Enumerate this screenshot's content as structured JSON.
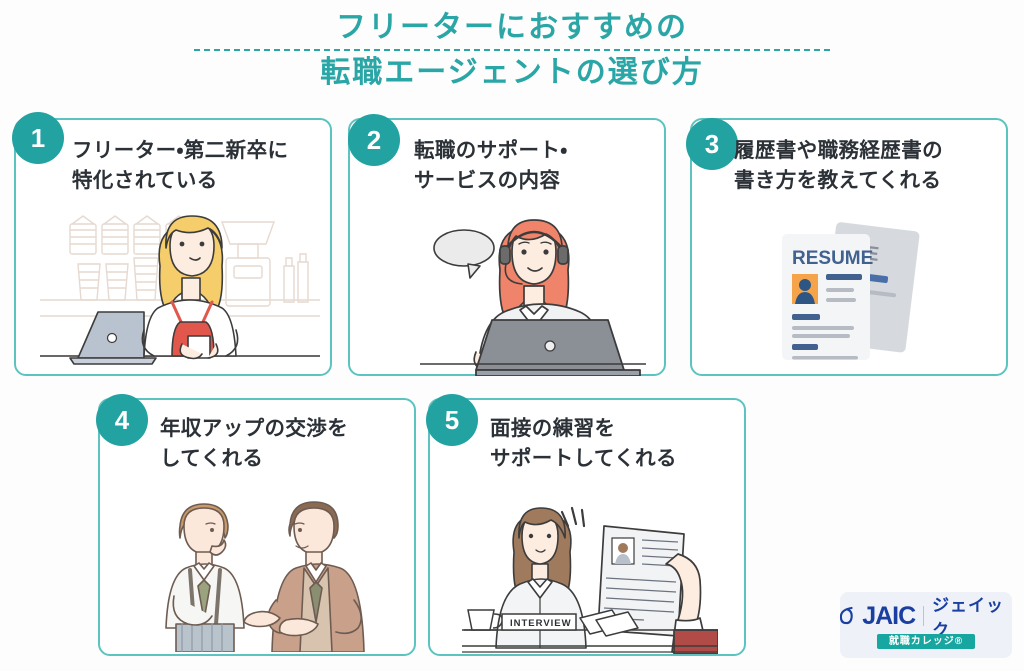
{
  "title": {
    "line1": "フリーターにおすすめの",
    "line2": "転職エージェントの選び方"
  },
  "colors": {
    "teal": "#23a2a2",
    "teal_border": "#5cc3c0",
    "title_text": "#2aa6a6",
    "card_text": "#2b3137",
    "logo_blue": "#1b3fa0",
    "logo_badge_bg": "#17a6a0",
    "background": "#fdfdfd"
  },
  "cards": [
    {
      "number": "1",
      "title": "フリーター・第二新卒に\n特化されている",
      "illustration": "barista-woman-with-laptop"
    },
    {
      "number": "2",
      "title": "転職のサポート・\nサービスの内容",
      "illustration": "call-center-agent-with-headset"
    },
    {
      "number": "3",
      "title": "履歴書や職務経歴書の\n書き方を教えてくれる",
      "illustration": "resume-documents",
      "document_label": "RESUME"
    },
    {
      "number": "4",
      "title": "年収アップの交渉を\nしてくれる",
      "illustration": "two-men-negotiating"
    },
    {
      "number": "5",
      "title": "面接の練習を\nサポートしてくれる",
      "illustration": "job-interview-scene",
      "nameplate_label": "INTERVIEW"
    }
  ],
  "logo": {
    "mark": "JAIC",
    "kana": "ジェイック",
    "badge": "就職カレッジ®"
  }
}
